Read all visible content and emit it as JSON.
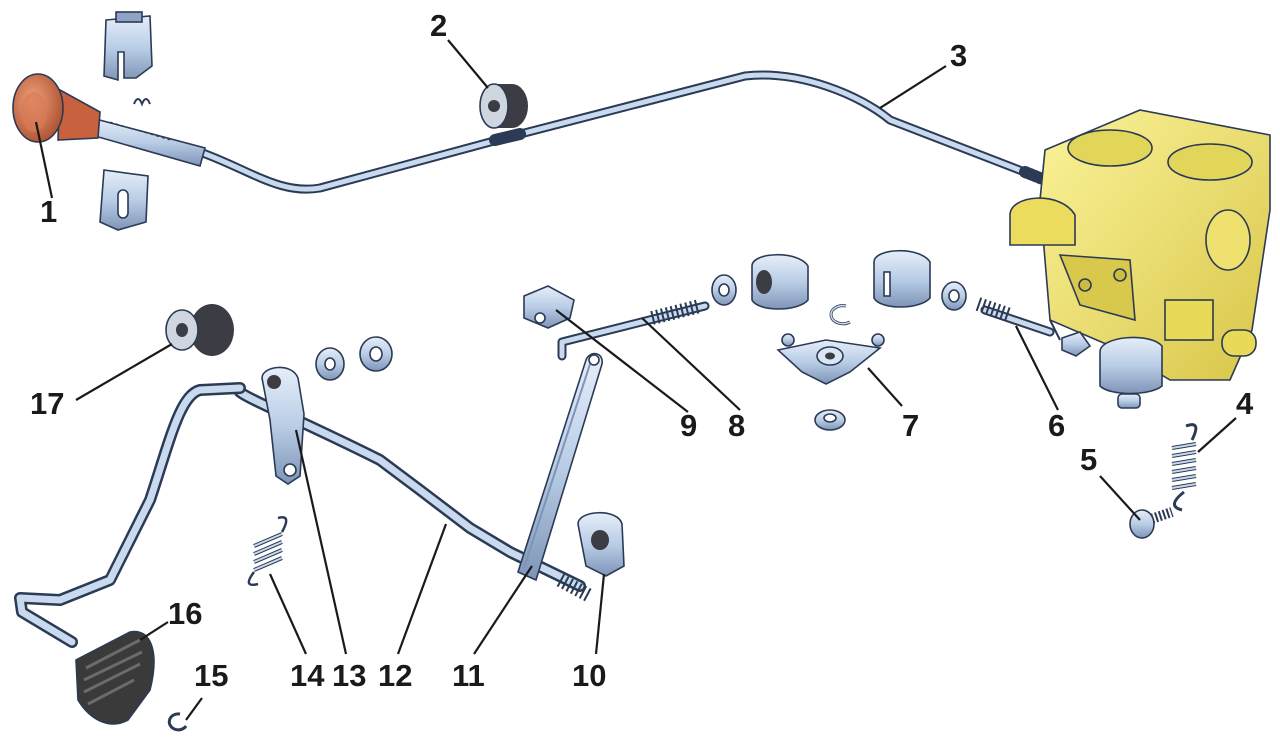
{
  "labels": [
    "1",
    "2",
    "3",
    "4",
    "5",
    "6",
    "7",
    "8",
    "9",
    "10",
    "11",
    "12",
    "13",
    "14",
    "15",
    "16",
    "17"
  ],
  "colors": {
    "steel": "#b9cde6",
    "steel_dark": "#5b7193",
    "outline": "#2b3a55",
    "carburetor": "#f2e66a",
    "knob": "#c8613d",
    "pedal_pad": "#3a3a3a",
    "label": "#1a1a1a"
  }
}
